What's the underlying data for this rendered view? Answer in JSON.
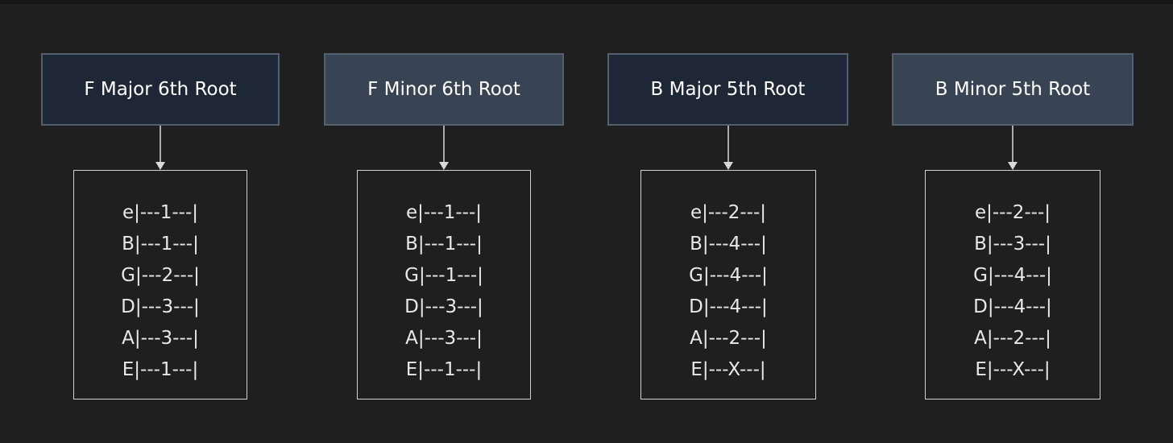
{
  "colors": {
    "background": "#1f1f1f",
    "header_dark": "#1d2736",
    "header_mid": "#384354",
    "header_border": "#55606e",
    "tab_border": "#d0d0d0",
    "text": "#e8e8e8"
  },
  "chords": [
    {
      "title": "F Major 6th Root",
      "tab": [
        "e|---1---|",
        "B|---1---|",
        "G|---2---|",
        "D|---3---|",
        "A|---3---|",
        "E|---1---|"
      ]
    },
    {
      "title": "F Minor 6th Root",
      "tab": [
        "e|---1---|",
        "B|---1---|",
        "G|---1---|",
        "D|---3---|",
        "A|---3---|",
        "E|---1---|"
      ]
    },
    {
      "title": "B Major 5th Root",
      "tab": [
        "e|---2---|",
        "B|---4---|",
        "G|---4---|",
        "D|---4---|",
        "A|---2---|",
        "E|---X---|"
      ]
    },
    {
      "title": "B Minor 5th Root",
      "tab": [
        "e|---2---|",
        "B|---3---|",
        "G|---4---|",
        "D|---4---|",
        "A|---2---|",
        "E|---X---|"
      ]
    }
  ]
}
